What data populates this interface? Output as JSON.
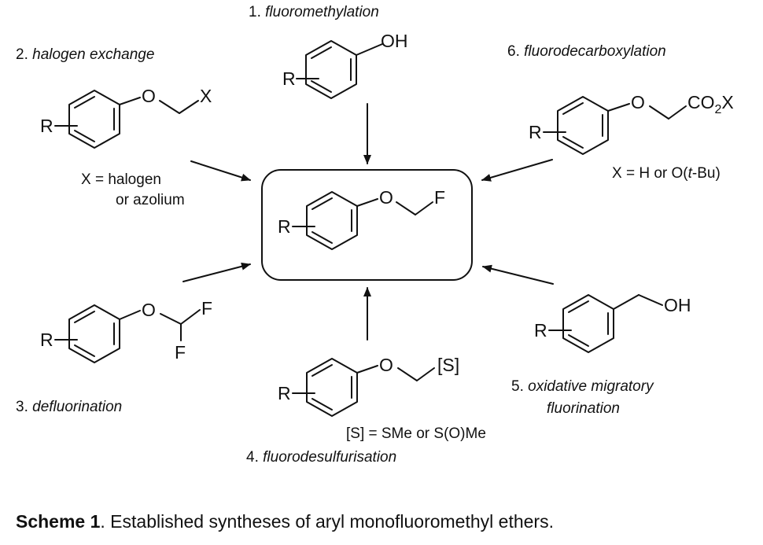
{
  "labels": {
    "route1": "1. fluoromethylation",
    "route2": "2. halogen exchange",
    "route3": "3. defluorination",
    "route4": "4. fluorodesulfurisation",
    "route5_line1": "5. oxidative migratory",
    "route5_line2": "fluorination",
    "route6": "6. fluorodecarboxylation"
  },
  "notes": {
    "route2_x_line1": "X = halogen",
    "route2_x_line2": "or azolium",
    "route4_s": "[S] = SMe or S(O)Me",
    "route6_x": "X = H or O(t-Bu)"
  },
  "atoms": {
    "R": "R",
    "O": "O",
    "OH": "OH",
    "F": "F",
    "X": "X",
    "S": "[S]",
    "CO2X_a": "CO",
    "CO2X_sub": "2",
    "CO2X_b": "X"
  },
  "caption": {
    "bold": "Scheme 1",
    "text": ". Established syntheses of aryl monofluoromethyl ethers."
  }
}
